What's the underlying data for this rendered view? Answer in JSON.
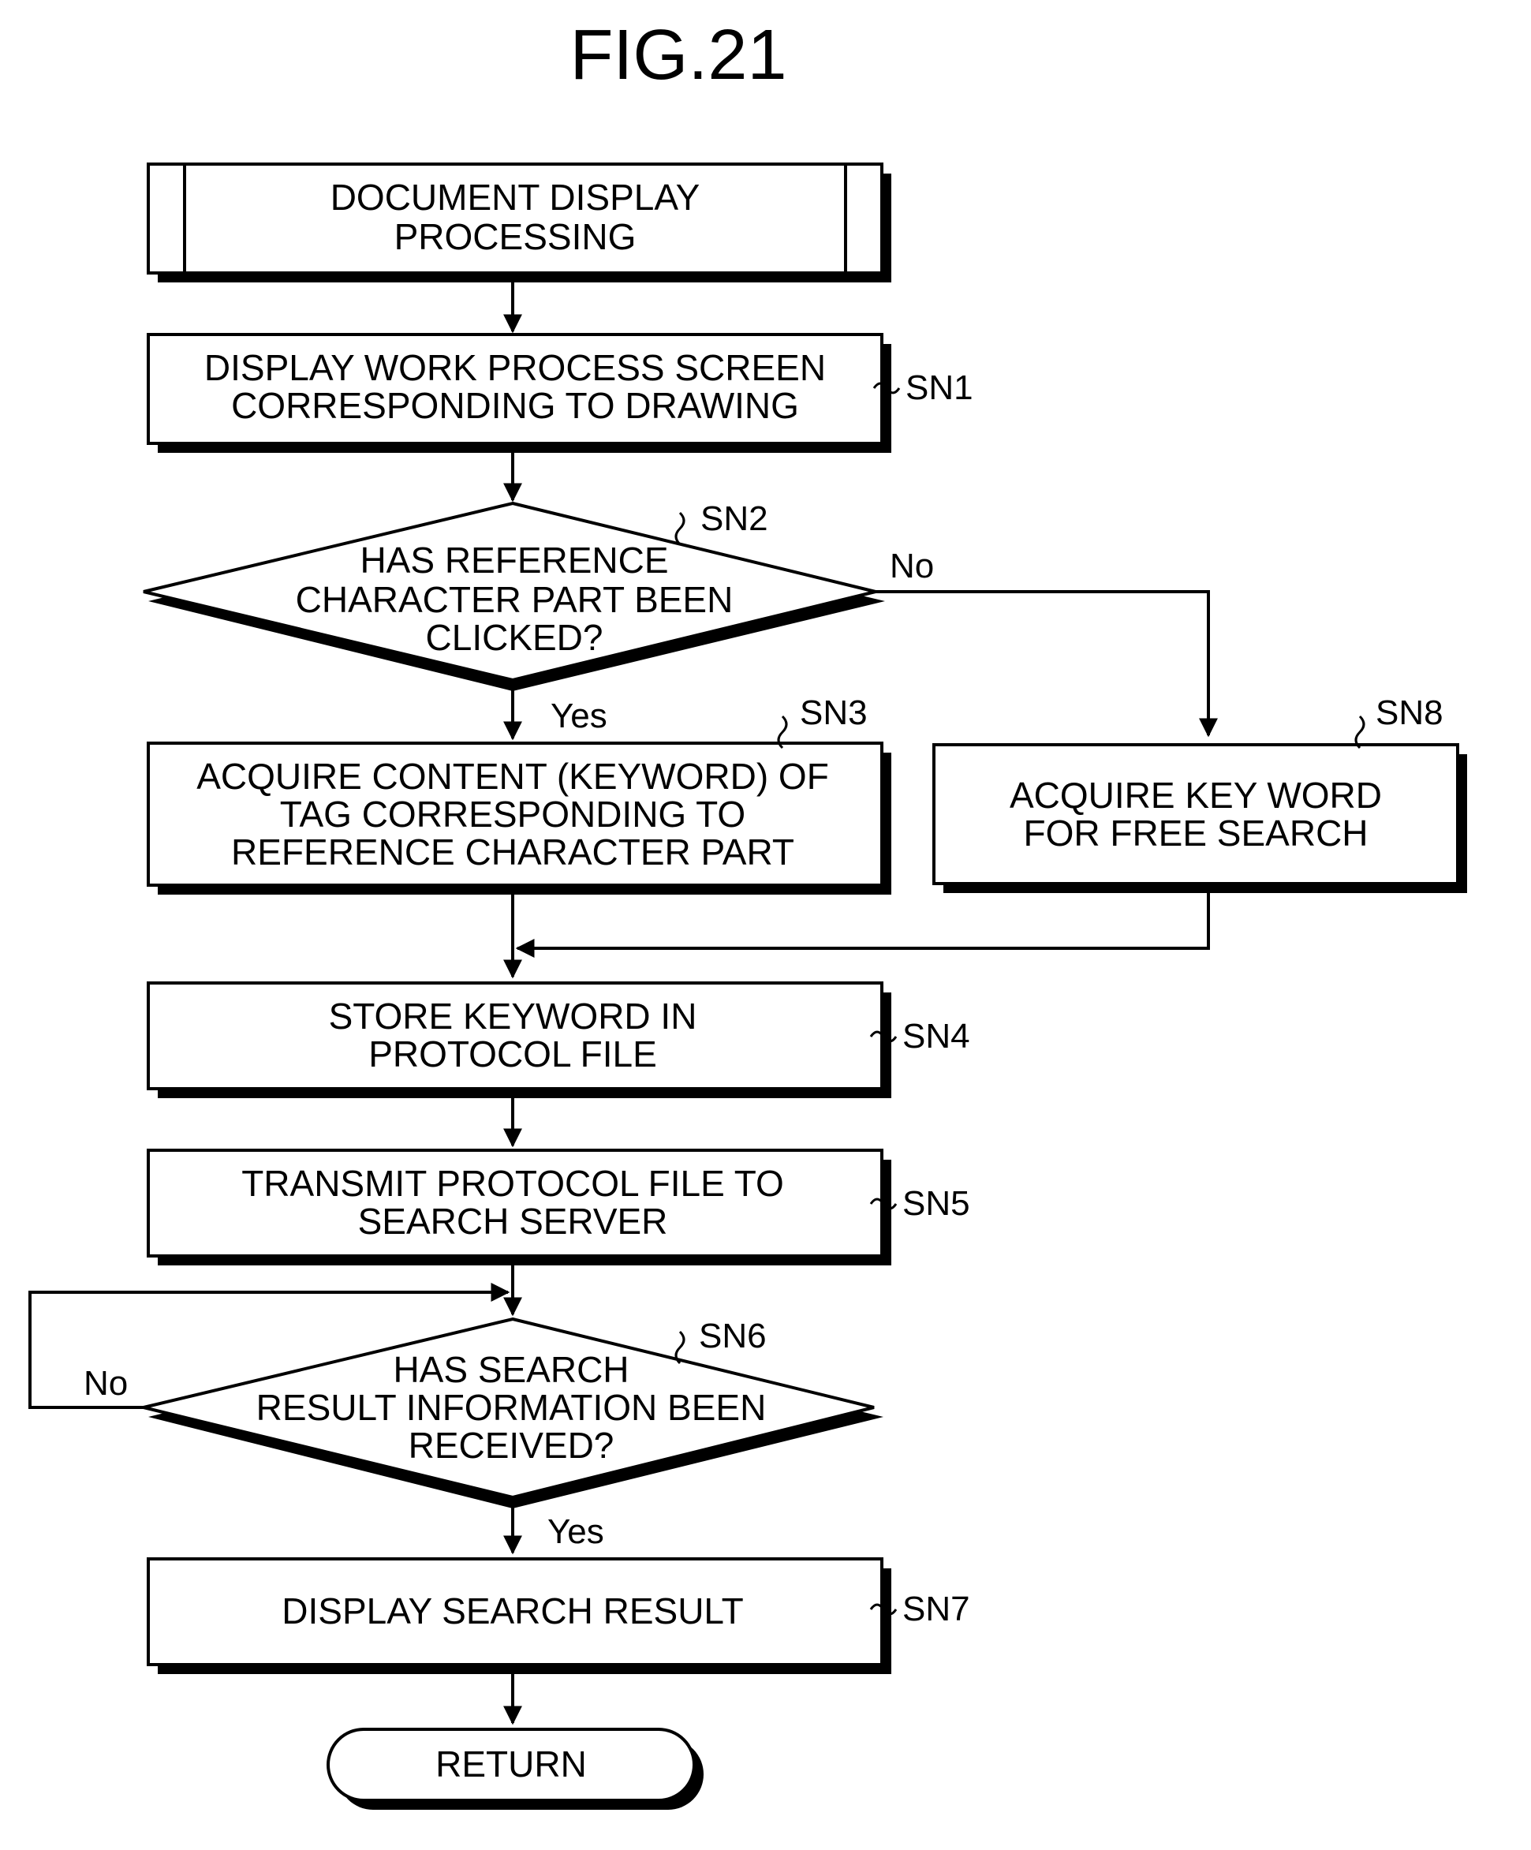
{
  "figure_title": "FIG.21",
  "start": {
    "line1": "DOCUMENT DISPLAY",
    "line2": "PROCESSING"
  },
  "steps": {
    "sn1": {
      "id": "SN1",
      "line1": "DISPLAY WORK PROCESS SCREEN",
      "line2": "CORRESPONDING TO DRAWING"
    },
    "sn2": {
      "id": "SN2",
      "line1": "HAS REFERENCE",
      "line2": "CHARACTER PART BEEN",
      "line3": "CLICKED?"
    },
    "sn3": {
      "id": "SN3",
      "line1": "ACQUIRE CONTENT (KEYWORD) OF",
      "line2": "TAG CORRESPONDING TO",
      "line3": "REFERENCE CHARACTER PART"
    },
    "sn8": {
      "id": "SN8",
      "line1": "ACQUIRE KEY WORD",
      "line2": "FOR FREE SEARCH"
    },
    "sn4": {
      "id": "SN4",
      "line1": "STORE KEYWORD IN",
      "line2": "PROTOCOL FILE"
    },
    "sn5": {
      "id": "SN5",
      "line1": "TRANSMIT PROTOCOL FILE TO",
      "line2": "SEARCH SERVER"
    },
    "sn6": {
      "id": "SN6",
      "line1": "HAS SEARCH",
      "line2": "RESULT INFORMATION BEEN",
      "line3": "RECEIVED?"
    },
    "sn7": {
      "id": "SN7",
      "line1": "DISPLAY SEARCH RESULT"
    }
  },
  "end": {
    "label": "RETURN"
  },
  "branches": {
    "sn2_yes": "Yes",
    "sn2_no": "No",
    "sn6_yes": "Yes",
    "sn6_no": "No"
  }
}
